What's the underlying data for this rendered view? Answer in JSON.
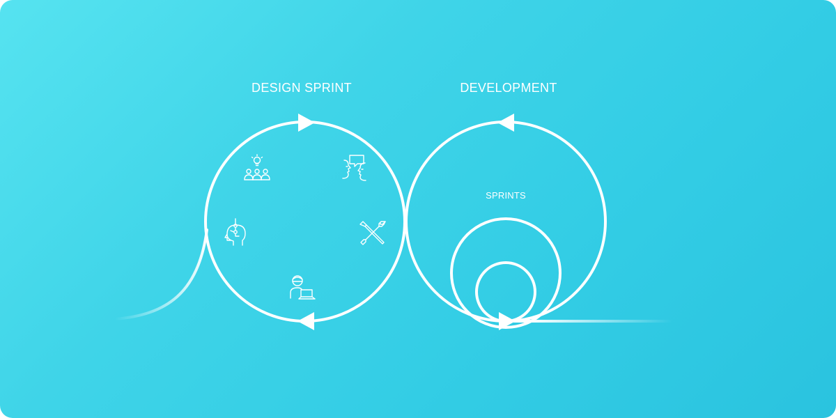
{
  "diagram": {
    "design_sprint_title": "DESIGN SPRINT",
    "development_title": "DEVELOPMENT",
    "sprints_label": "SPRINTS",
    "design_phase_icons": [
      "team-idea-icon",
      "discussion-faces-icon",
      "tools-icon",
      "user-laptop-icon",
      "head-thinking-icon"
    ],
    "colors": {
      "background_start": "#56e3f0",
      "background_end": "#2ac3df",
      "line": "#ffffff"
    }
  }
}
